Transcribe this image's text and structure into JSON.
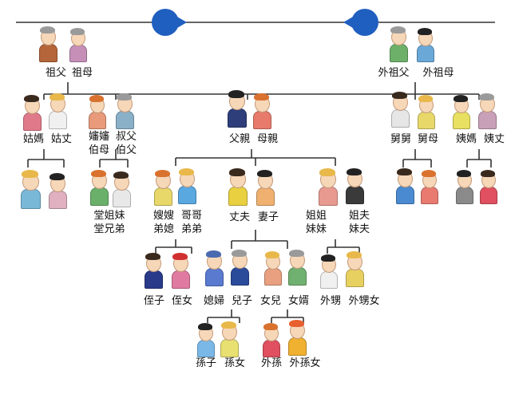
{
  "colors": {
    "line": "#333333",
    "accent": "#1f5fbf",
    "skin": "#f6d7b8"
  },
  "labels": {
    "grandfather": "祖父",
    "grandmother": "祖母",
    "maternal_grandfather": "外祖父",
    "maternal_grandmother": "外祖母",
    "paternal_aunt": "姑媽",
    "paternal_aunt_husband": "姑丈",
    "uncle_wife_1": "嬸嬸",
    "uncle_wife_2": "伯母",
    "uncle_1": "叔父",
    "uncle_2": "伯父",
    "father": "父親",
    "mother": "母親",
    "maternal_uncle": "舅舅",
    "maternal_uncle_wife": "舅母",
    "maternal_aunt": "姨媽",
    "maternal_aunt_husband": "姨丈",
    "cousin_1": "堂姐妹",
    "cousin_2": "堂兄弟",
    "sister_in_law_1": "嫂嫂",
    "sister_in_law_2": "弟媳",
    "elder_brother_1": "哥哥",
    "elder_brother_2": "弟弟",
    "husband": "丈夫",
    "wife": "妻子",
    "sister_1": "姐姐",
    "sister_2": "妹妹",
    "sister_husband_1": "姐夫",
    "sister_husband_2": "妹夫",
    "nephew": "侄子",
    "niece": "侄女",
    "daughter_in_law": "媳婦",
    "son": "兒子",
    "daughter": "女兒",
    "son_in_law": "女婿",
    "sister_nephew": "外甥",
    "sister_niece": "外甥女",
    "grandson": "孫子",
    "granddaughter": "孫女",
    "outer_grandson": "外孫",
    "outer_granddaughter": "外孫女"
  }
}
